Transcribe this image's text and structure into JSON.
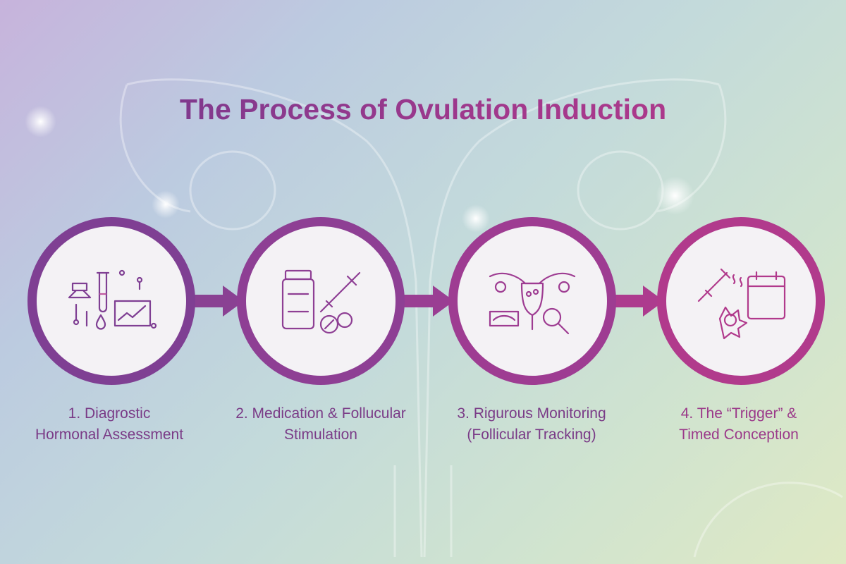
{
  "title": "The Process of Ovulation Induction",
  "colors": {
    "ring1": "#7f3f93",
    "ring2": "#8e3f94",
    "ring3": "#9e3c92",
    "ring4": "#b13a8c",
    "text": "#7a3b87"
  },
  "steps": [
    {
      "line1": "1. Diagrostic",
      "line2": "Hormonal Assessment",
      "icon": "lab-test-icon"
    },
    {
      "line1": "2. Medication & Follucular",
      "line2": "Stimulation",
      "icon": "medication-icon"
    },
    {
      "line1": "3. Rigurous Monitoring",
      "line2": "(Follicular Tracking)",
      "icon": "ultrasound-icon"
    },
    {
      "line1": "4. The “Trigger” &",
      "line2": "Timed Conception",
      "icon": "calendar-heart-icon"
    }
  ]
}
